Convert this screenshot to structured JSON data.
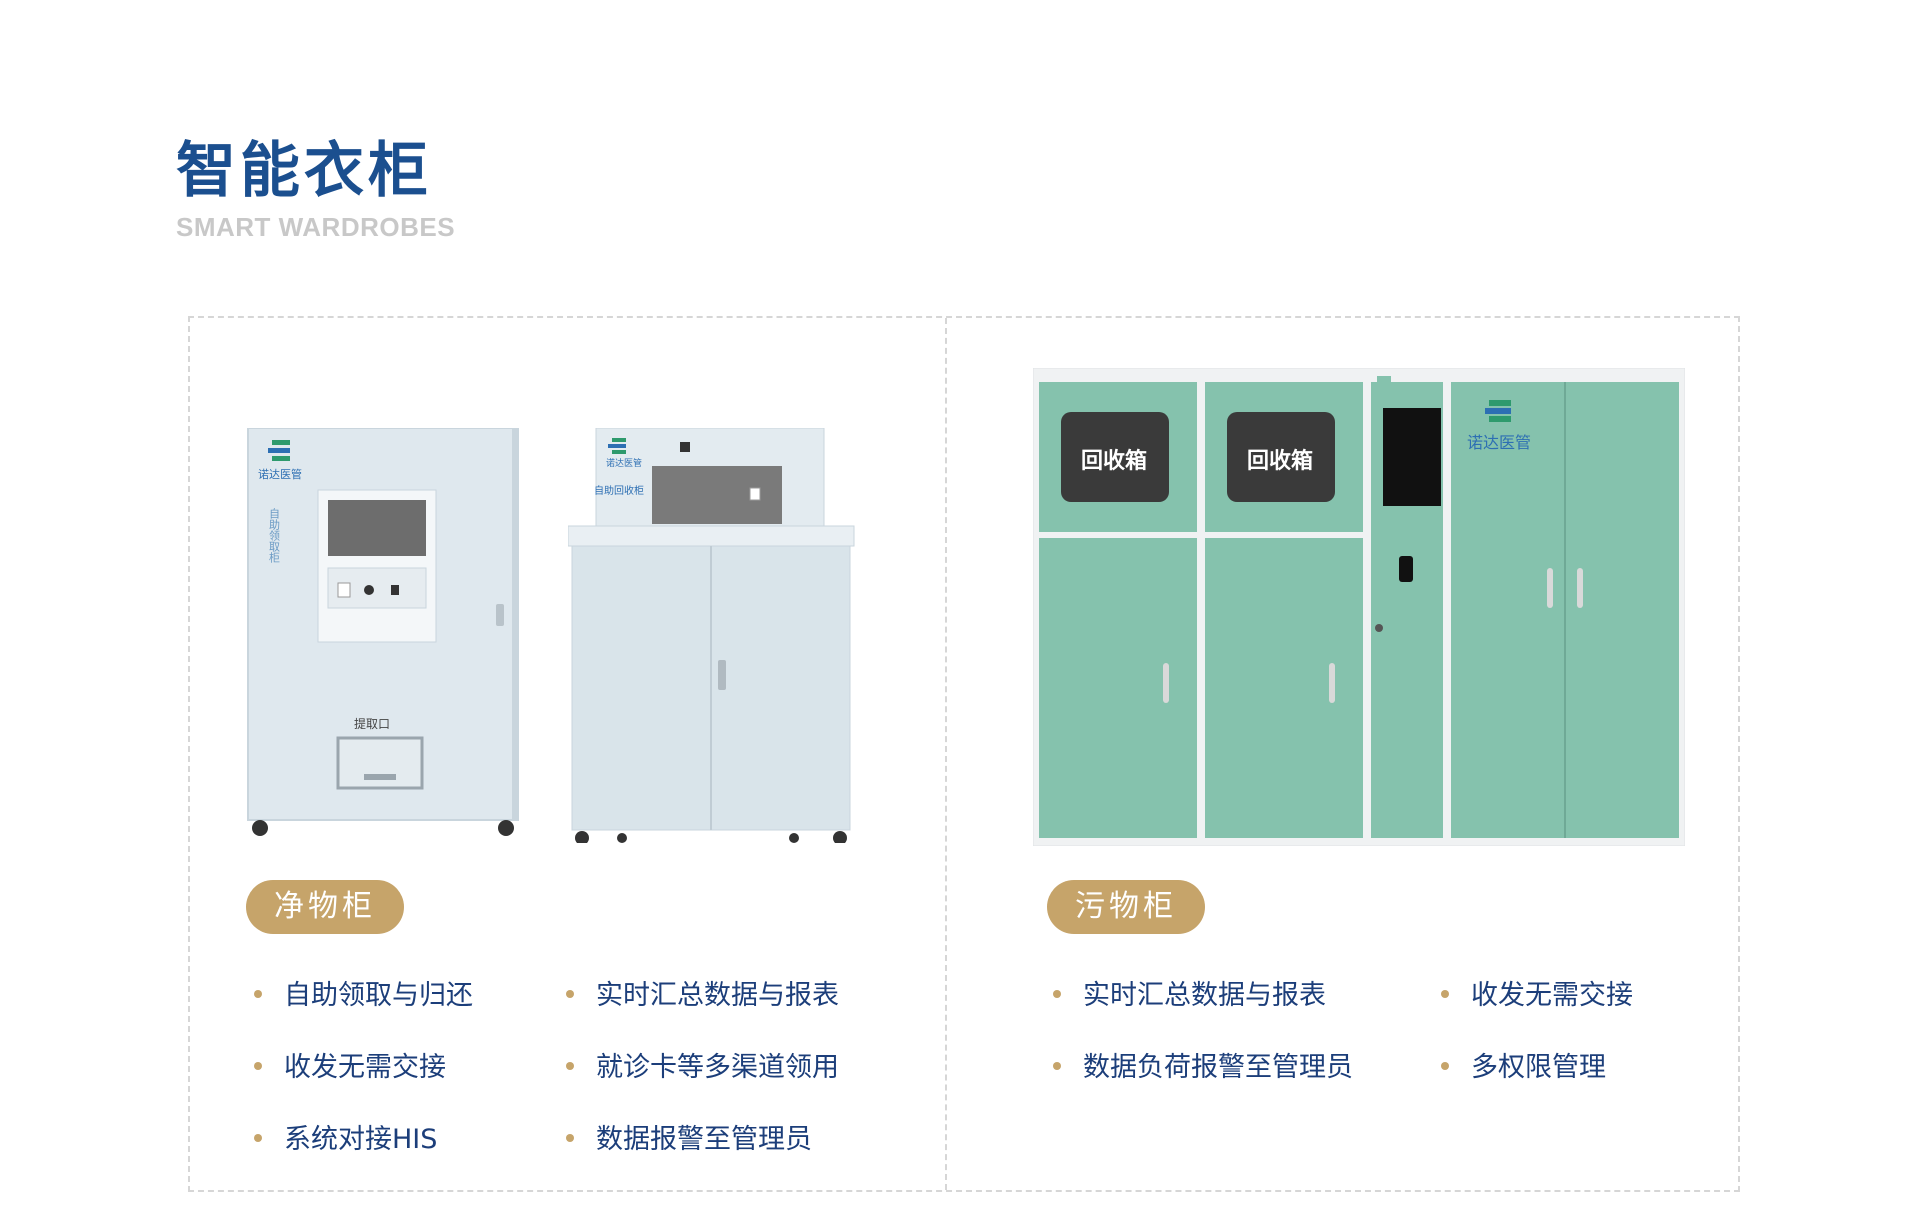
{
  "header": {
    "title": "智能衣柜",
    "subtitle": "SMART WARDROBES"
  },
  "clean_cabinet": {
    "label": "净物柜",
    "image_texts": {
      "brand": "诺达医管",
      "unit1_vertical": "自助领取柜",
      "unit1_slot": "提取口",
      "unit2_label": "自助回收柜"
    },
    "features": [
      "自助领取与归还",
      "实时汇总数据与报表",
      "收发无需交接",
      "就诊卡等多渠道领用",
      "系统对接HIS",
      "数据报警至管理员"
    ]
  },
  "dirty_cabinet": {
    "label": "污物柜",
    "image_texts": {
      "bin1": "回收箱",
      "bin2": "回收箱",
      "brand": "诺达医管"
    },
    "features": [
      "实时汇总数据与报表",
      "收发无需交接",
      "数据负荷报警至管理员",
      "多权限管理"
    ]
  },
  "colors": {
    "title_blue": "#1b4f8f",
    "accent_gold": "#c6a46a",
    "feature_text": "#1c3e7a",
    "mint_green": "#85c2ad"
  }
}
